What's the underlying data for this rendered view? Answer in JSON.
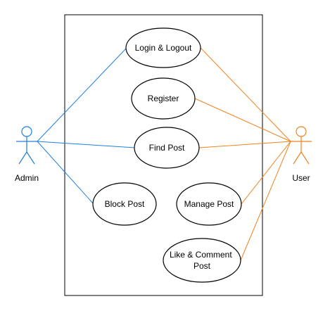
{
  "diagram": {
    "actors": {
      "admin": {
        "label": "Admin"
      },
      "user": {
        "label": "User"
      }
    },
    "use_cases": {
      "login_logout": {
        "lines": [
          "Login & Logout"
        ]
      },
      "register": {
        "lines": [
          "Register"
        ]
      },
      "find_post": {
        "lines": [
          "Find Post"
        ]
      },
      "block_post": {
        "lines": [
          "Block Post"
        ]
      },
      "manage_post": {
        "lines": [
          "Manage Post"
        ]
      },
      "like_comment_post": {
        "lines": [
          "Like & Comment",
          "Post"
        ]
      }
    },
    "associations": [
      {
        "actor": "admin",
        "use_case": "login_logout"
      },
      {
        "actor": "admin",
        "use_case": "find_post"
      },
      {
        "actor": "admin",
        "use_case": "block_post"
      },
      {
        "actor": "user",
        "use_case": "login_logout"
      },
      {
        "actor": "user",
        "use_case": "register"
      },
      {
        "actor": "user",
        "use_case": "find_post"
      },
      {
        "actor": "user",
        "use_case": "manage_post"
      },
      {
        "actor": "user",
        "use_case": "like_comment_post"
      }
    ],
    "colors": {
      "admin_line": "#1e7fe0",
      "user_line": "#f5821f",
      "admin_actor": "#1e7fe0",
      "user_actor": "#f5821f",
      "use_case_fill": "#ffffff",
      "use_case_stroke": "#000000",
      "system_boundary_stroke": "#000000",
      "text": "#000000"
    }
  }
}
